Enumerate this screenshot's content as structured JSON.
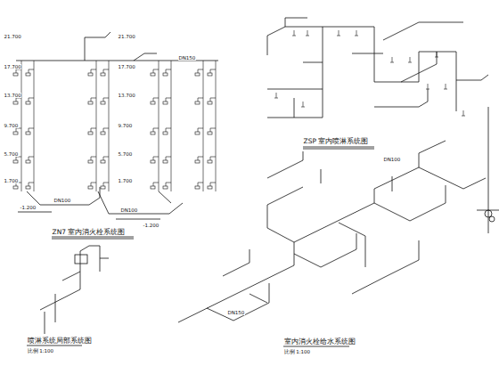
{
  "diagram": {
    "labels": [
      "21.700",
      "17.700",
      "13.700",
      "9.700",
      "5.700",
      "1.700",
      "21.700",
      "17.700",
      "13.700",
      "9.700",
      "5.700",
      "1.700",
      "DN100",
      "DN100",
      "DN150",
      "ZN7 室内消火栓系统图",
      "ZSP 室内喷淋系统图",
      "喷淋系统局部系统图",
      "比例 1:100",
      "室内消火栓给水系统图",
      "比例 1:100",
      "DN150",
      "DN100",
      "-1.200",
      "-1.200"
    ]
  }
}
